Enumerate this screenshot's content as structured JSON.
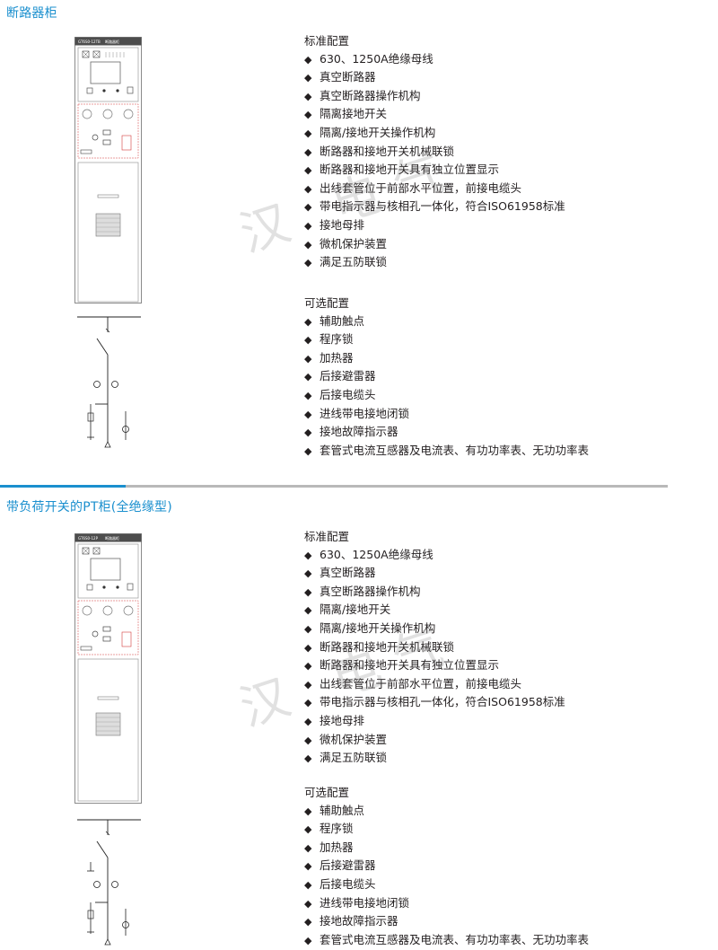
{
  "sections": [
    {
      "title": "断路器柜",
      "panel_label": "GT6S0-12TB",
      "panel_label2": "断路器柜",
      "standard_heading": "标准配置",
      "standard_items": [
        "630、1250A绝缘母线",
        "真空断路器",
        "真空断路器操作机构",
        "隔离接地开关",
        "隔离/接地开关操作机构",
        "断路器和接地开关机械联锁",
        "断路器和接地开关具有独立位置显示",
        "出线套管位于前部水平位置，前接电缆头",
        "带电指示器与核相孔一体化，符合ISO61958标准",
        "接地母排",
        "微机保护装置",
        "满足五防联锁"
      ],
      "optional_heading": "可选配置",
      "optional_items": [
        "辅助触点",
        "程序锁",
        "加热器",
        "后接避雷器",
        "后接电缆头",
        "进线带电接地闭锁",
        "接地故障指示器",
        "套管式电流互感器及电流表、有功功率表、无功功率表"
      ],
      "watermark": "汉 电气"
    },
    {
      "title": "带负荷开关的PT柜(全绝缘型)",
      "panel_label": "GT6S0-12P",
      "panel_label2": "断路器柜",
      "standard_heading": "标准配置",
      "standard_items": [
        "630、1250A绝缘母线",
        "真空断路器",
        "真空断路器操作机构",
        "隔离/接地开关",
        "隔离/接地开关操作机构",
        "断路器和接地开关机械联锁",
        "断路器和接地开关具有独立位置显示",
        "出线套管位于前部水平位置，前接电缆头",
        "带电指示器与核相孔一体化，符合ISO61958标准",
        "接地母排",
        "微机保护装置",
        "满足五防联锁"
      ],
      "optional_heading": "可选配置",
      "optional_items": [
        "辅助触点",
        "程序锁",
        "加热器",
        "后接避雷器",
        "后接电缆头",
        "进线带电接地闭锁",
        "接地故障指示器",
        "套管式电流互感器及电流表、有功功率表、无功功率表"
      ],
      "watermark": "汉 电气"
    }
  ],
  "bullet": "◆",
  "colors": {
    "accent": "#1a8fce",
    "divider": "#b9b9b9"
  }
}
